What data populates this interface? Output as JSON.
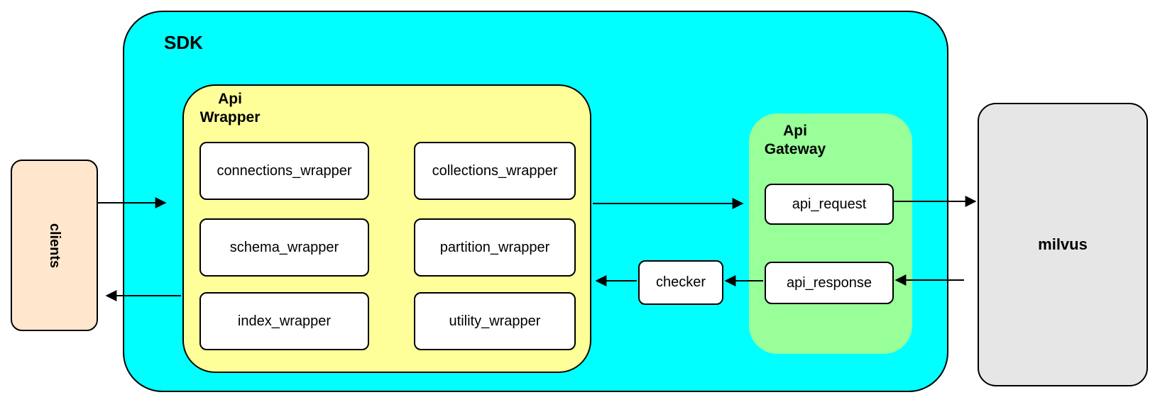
{
  "colors": {
    "sdk_fill": "#00FFFF",
    "api_wrapper_fill": "#FFFF99",
    "api_gateway_fill": "#99FF99",
    "clients_fill": "#FFE6CC",
    "milvus_fill": "#E6E6E6",
    "node_fill": "#FFFFFF",
    "line_color": "#000000"
  },
  "nodes": {
    "clients": {
      "label": "clients"
    },
    "sdk": {
      "label": "SDK"
    },
    "api_wrapper": {
      "title_line1": "Api",
      "title_line2": "Wrapper",
      "boxes": [
        "connections_wrapper",
        "collections_wrapper",
        "schema_wrapper",
        "partition_wrapper",
        "index_wrapper",
        "utility_wrapper"
      ]
    },
    "api_gateway": {
      "title_line1": "Api",
      "title_line2": "Gateway",
      "request_label": "api_request",
      "response_label": "api_response"
    },
    "checker": {
      "label": "checker"
    },
    "milvus": {
      "label": "milvus"
    }
  }
}
